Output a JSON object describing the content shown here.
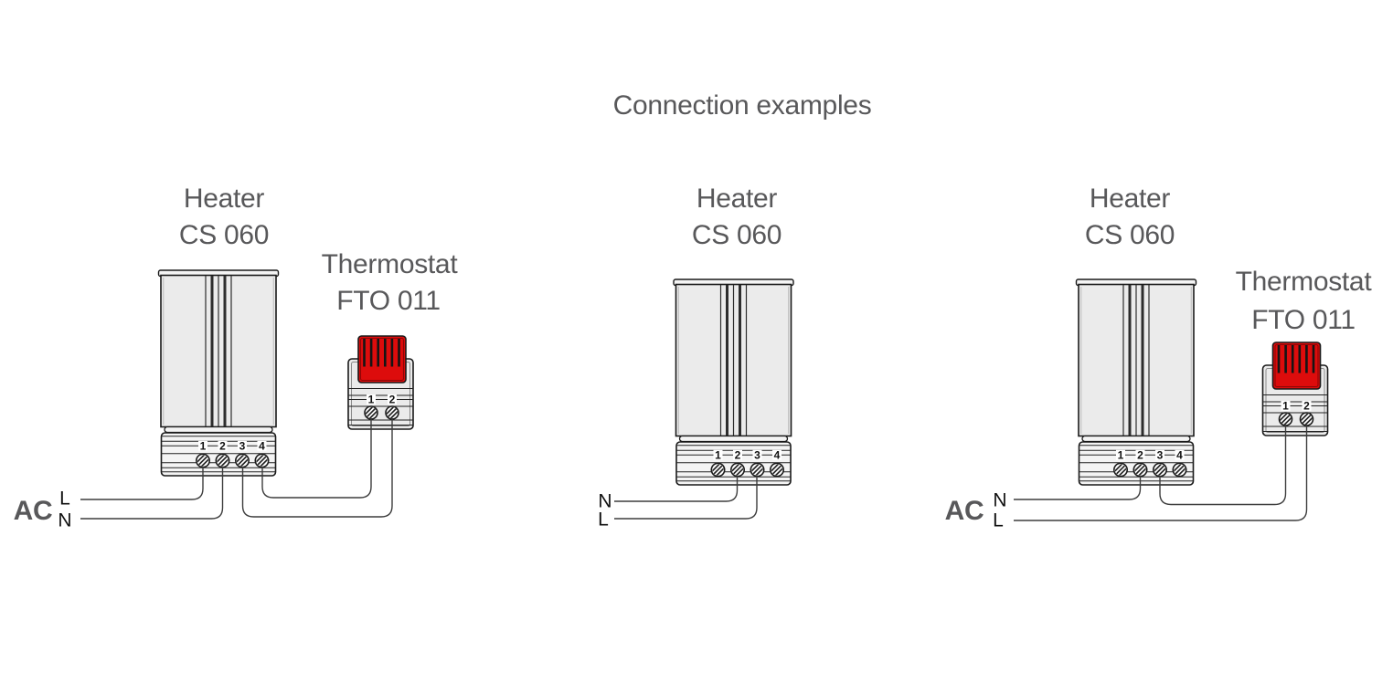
{
  "title": "Connection examples",
  "colors": {
    "label_gray": "#58585a",
    "text_black": "#111111",
    "outline": "#1a1a1a",
    "rib_line": "#222222",
    "wire": "#3d3d3d",
    "device_fill": "#ebebeb",
    "panel_fill": "#f4f4f4",
    "screw_fill": "#ffffff",
    "knob_red": "#dd0c0c"
  },
  "diagrams": [
    {
      "heater": {
        "name_line1": "Heater",
        "name_line2": "CS 060",
        "terminals": [
          "1",
          "2",
          "3",
          "4"
        ]
      },
      "thermostat": {
        "name_line1": "Thermostat",
        "name_line2": "FTO 011",
        "terminals": [
          "1",
          "2"
        ]
      },
      "power": {
        "source_label": "AC",
        "top_line": "L",
        "bottom_line": "N"
      },
      "connections": [
        "AC L to heater terminal 1",
        "AC N to heater terminal 2",
        "heater terminal 4 to thermostat terminal 1",
        "heater terminal 3 to thermostat terminal 2"
      ]
    },
    {
      "heater": {
        "name_line1": "Heater",
        "name_line2": "CS 060",
        "terminals": [
          "1",
          "2",
          "3",
          "4"
        ]
      },
      "power": {
        "top_line": "N",
        "bottom_line": "L"
      },
      "connections": [
        "N to heater terminal 2",
        "L to heater terminal 3"
      ]
    },
    {
      "heater": {
        "name_line1": "Heater",
        "name_line2": "CS 060",
        "terminals": [
          "1",
          "2",
          "3",
          "4"
        ]
      },
      "thermostat": {
        "name_line1": "Thermostat",
        "name_line2": "FTO 011",
        "terminals": [
          "1",
          "2"
        ]
      },
      "power": {
        "source_label": "AC",
        "top_line": "N",
        "bottom_line": "L"
      },
      "connections": [
        "AC N to heater terminal 2",
        "heater terminal 3 to thermostat terminal 1",
        "AC L to thermostat terminal 2"
      ]
    }
  ]
}
